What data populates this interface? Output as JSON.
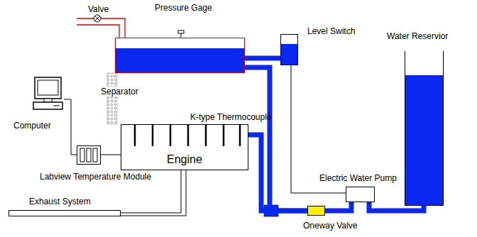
{
  "diagram": {
    "nodes": [
      {
        "text": [
          "Separator"
        ]
      },
      {
        "text": [
          "Level Switch"
        ]
      },
      {
        "text": [
          "Water Reservior"
        ]
      },
      {
        "text": [
          "Computer"
        ]
      },
      {
        "text": [
          "Labview Temperature Module"
        ]
      },
      {
        "text": [
          "Engine"
        ]
      },
      {
        "text": [
          "Electric Water Pump"
        ]
      },
      {
        "text": [
          "Oneway Valve"
        ]
      },
      {
        "text": [
          "Exhaust System"
        ]
      }
    ],
    "edges": [
      {
        "from": 0,
        "to": 1,
        "arrow": "none"
      },
      {
        "from": 0,
        "to": 7,
        "arrow": "none"
      },
      {
        "from": 5,
        "to": 7,
        "arrow": "none"
      },
      {
        "from": 2,
        "to": 6,
        "arrow": "none"
      },
      {
        "from": 6,
        "to": 7,
        "arrow": "none"
      },
      {
        "from": 1,
        "to": 6,
        "arrow": "none"
      },
      {
        "from": 3,
        "to": 4,
        "arrow": "none"
      },
      {
        "from": 4,
        "to": 5,
        "arrow": "none"
      },
      {
        "from": 8,
        "to": 5,
        "arrow": "none"
      }
    ],
    "labels": [
      "Valve",
      "Pressure Gage",
      "K-type Thermocouple"
    ]
  }
}
